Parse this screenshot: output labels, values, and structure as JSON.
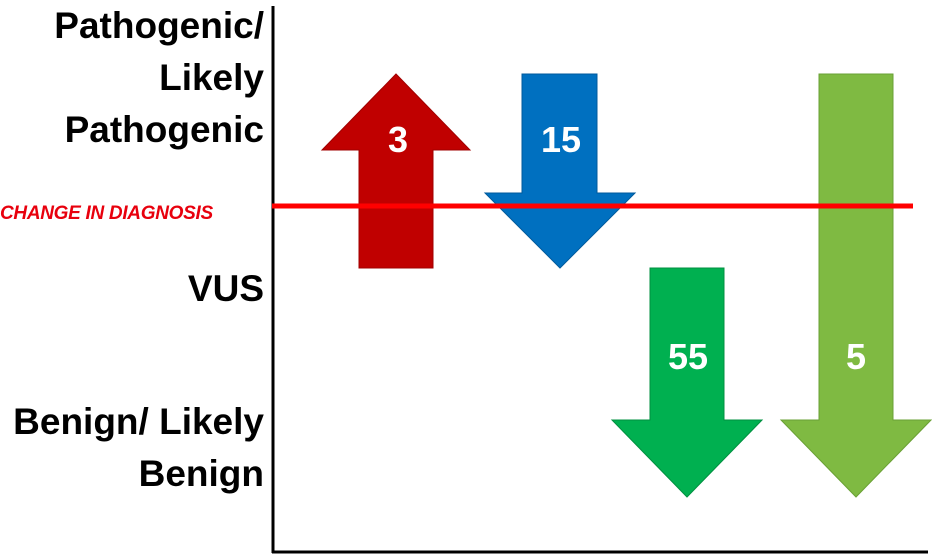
{
  "categories": {
    "pathogenic": [
      "Pathogenic/",
      "Likely",
      "Pathogenic"
    ],
    "vus": "VUS",
    "benign": [
      "Benign/ Likely",
      "Benign"
    ]
  },
  "threshold_label": "CHANGE IN DIAGNOSIS",
  "colors": {
    "threshold": "#ff0000",
    "threshold_text": "#e8000d",
    "arrow_up_red": "#c00000",
    "arrow_down_blue": "#0070c0",
    "arrow_down_green": "#00b050",
    "arrow_down_lightgreen": "#7fba42"
  },
  "arrows": [
    {
      "id": "p-to-vus-up",
      "direction": "up",
      "from": "VUS",
      "to": "Pathogenic/ Likely Pathogenic",
      "count": "3"
    },
    {
      "id": "p-to-vus-down",
      "direction": "down",
      "from": "Pathogenic/ Likely Pathogenic",
      "to": "VUS",
      "count": "15"
    },
    {
      "id": "vus-to-benign",
      "direction": "down",
      "from": "VUS",
      "to": "Benign/ Likely Benign",
      "count": "55"
    },
    {
      "id": "p-to-benign",
      "direction": "down",
      "from": "Pathogenic/ Likely Pathogenic",
      "to": "Benign/ Likely Benign",
      "count": "5"
    }
  ]
}
